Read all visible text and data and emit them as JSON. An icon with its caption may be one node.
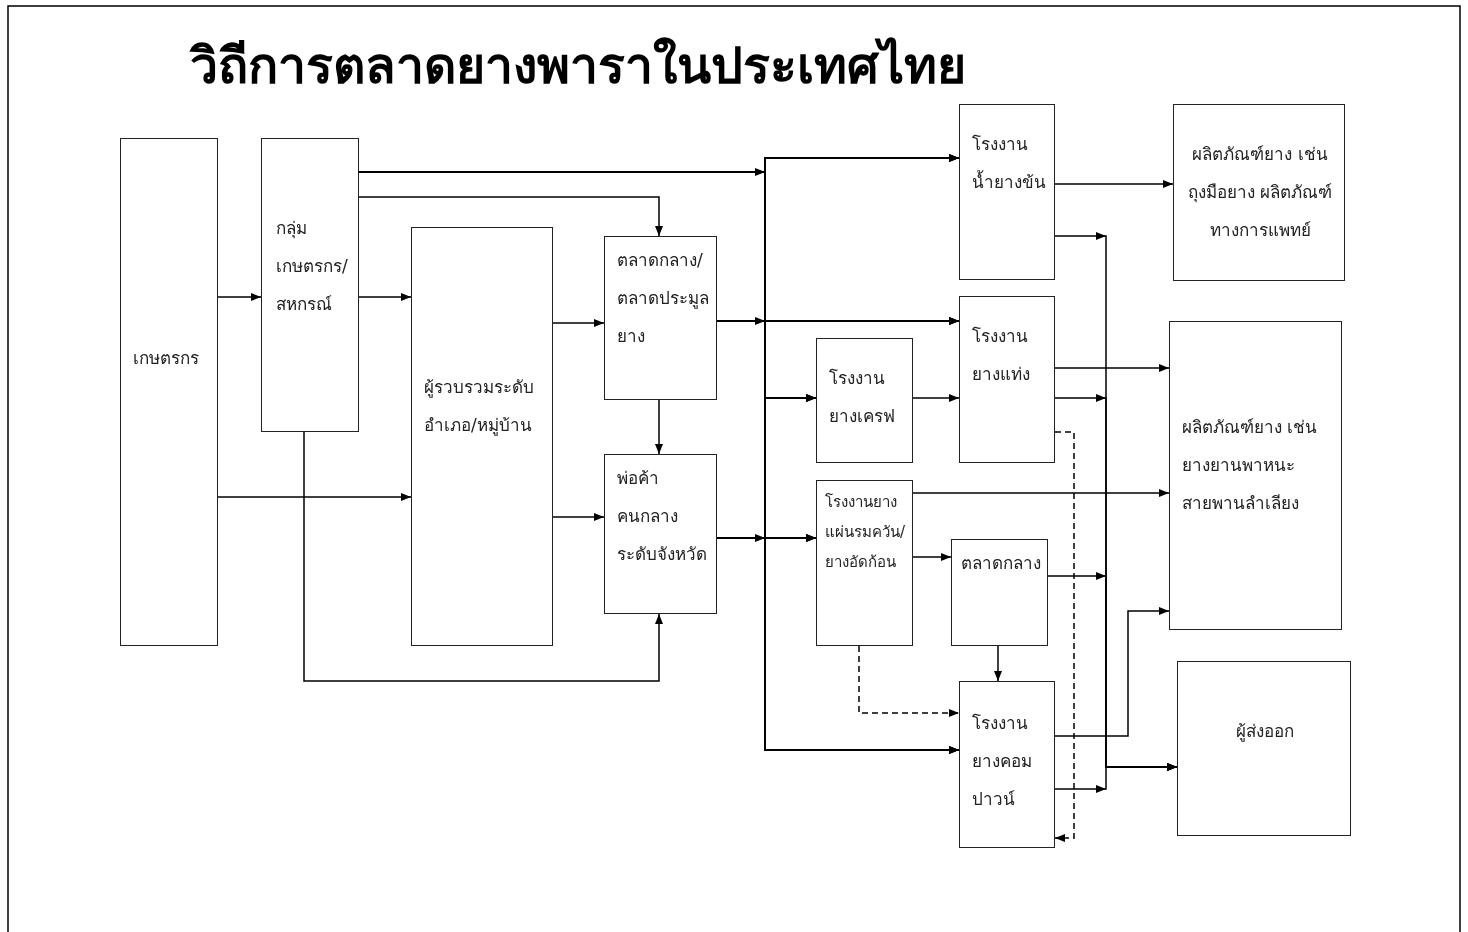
{
  "diagram": {
    "title": "วิถีการตลาดยางพาราในประเทศไทย",
    "nodes": [
      {
        "text": [
          "เกษตรกร"
        ]
      },
      {
        "text": [
          "กลุ่มเกษตรกร/สหกรณ์"
        ]
      },
      {
        "text": [
          "ผู้รวบรวมระดับอำเภอ/หมู่บ้าน"
        ]
      },
      {
        "text": [
          "ตลาดกลาง/ตลาดประมูลยาง"
        ]
      },
      {
        "text": [
          "พ่อค้าคนกลางระดับจังหวัด"
        ]
      },
      {
        "text": [
          "โรงงานน้ำยางข้น"
        ]
      },
      {
        "text": [
          "โรงงานยางเครฟ"
        ]
      },
      {
        "text": [
          "โรงงานยางแท่ง"
        ]
      },
      {
        "text": [
          "โรงงานยางแผ่นรมควัน/ยางอัดก้อน"
        ]
      },
      {
        "text": [
          "ตลาดกลาง"
        ]
      },
      {
        "text": [
          "โรงงานยางคอมปาวน์"
        ]
      },
      {
        "text": [
          "ผลิตภัณฑ์ยาง เช่น ถุงมือยาง ผลิตภัณฑ์ทางการแพทย์"
        ]
      },
      {
        "text": [
          "ผลิตภัณฑ์ยาง เช่น ยางยานพาหนะ สายพานลำเลียง"
        ]
      },
      {
        "text": [
          "ผู้ส่งออก"
        ]
      }
    ],
    "edges": [
      {
        "from": 0,
        "to": 1,
        "arrow": "to"
      },
      {
        "from": 0,
        "to": 2,
        "arrow": "to"
      },
      {
        "from": 1,
        "to": 2,
        "arrow": "to"
      },
      {
        "from": 1,
        "to": 3,
        "arrow": "to"
      },
      {
        "from": 1,
        "to": 4,
        "arrow": "to"
      },
      {
        "from": 2,
        "to": 3,
        "arrow": "to"
      },
      {
        "from": 2,
        "to": 4,
        "arrow": "to"
      },
      {
        "from": 3,
        "to": 4,
        "arrow": "to"
      },
      {
        "from": 1,
        "to": 5,
        "arrow": "to"
      },
      {
        "from": 1,
        "to": 6,
        "arrow": "to"
      },
      {
        "from": 1,
        "to": 7,
        "arrow": "to"
      },
      {
        "from": 1,
        "to": 8,
        "arrow": "to"
      },
      {
        "from": 1,
        "to": 10,
        "arrow": "to"
      },
      {
        "from": 3,
        "to": 5,
        "arrow": "to"
      },
      {
        "from": 3,
        "to": 6,
        "arrow": "to"
      },
      {
        "from": 3,
        "to": 7,
        "arrow": "to"
      },
      {
        "from": 3,
        "to": 8,
        "arrow": "to"
      },
      {
        "from": 3,
        "to": 10,
        "arrow": "to"
      },
      {
        "from": 4,
        "to": 5,
        "arrow": "to"
      },
      {
        "from": 4,
        "to": 6,
        "arrow": "to"
      },
      {
        "from": 4,
        "to": 7,
        "arrow": "to"
      },
      {
        "from": 4,
        "to": 8,
        "arrow": "to"
      },
      {
        "from": 4,
        "to": 10,
        "arrow": "to"
      },
      {
        "from": 6,
        "to": 7,
        "arrow": "to"
      },
      {
        "from": 8,
        "to": 9,
        "arrow": "to"
      },
      {
        "from": 9,
        "to": 10,
        "arrow": "to"
      },
      {
        "from": 8,
        "to": 10,
        "arrow": "to",
        "style": "dashed"
      },
      {
        "from": 7,
        "to": 10,
        "arrow": "to",
        "style": "dashed"
      },
      {
        "from": 5,
        "to": 11,
        "arrow": "to"
      },
      {
        "from": 7,
        "to": 12,
        "arrow": "to"
      },
      {
        "from": 8,
        "to": 12,
        "arrow": "to"
      },
      {
        "from": 10,
        "to": 12,
        "arrow": "to"
      },
      {
        "from": 5,
        "to": 13,
        "arrow": "to"
      },
      {
        "from": 7,
        "to": 13,
        "arrow": "to"
      },
      {
        "from": 9,
        "to": 13,
        "arrow": "to"
      },
      {
        "from": 10,
        "to": 13,
        "arrow": "to"
      }
    ]
  }
}
